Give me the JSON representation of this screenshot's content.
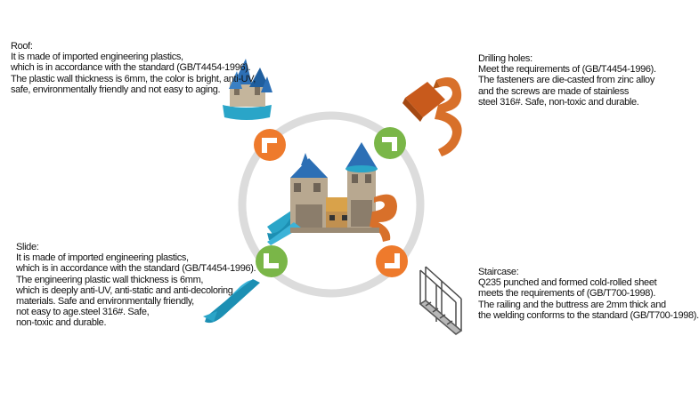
{
  "roof": {
    "lines": [
      "Roof:",
      " It is made of imported engineering plastics,",
      "which is in accordance with the standard (GB/T4454-1996).",
      "The plastic wall thickness is 6mm, the color is bright, anti-UV,",
      " safe, environmentally friendly and not easy to aging."
    ]
  },
  "drilling": {
    "lines": [
      "Drilling holes:",
      " Meet the requirements of (GB/T4454-1996).",
      "The fasteners are die-casted from zinc alloy",
      " and the screws are made of stainless",
      "steel 316#. Safe, non-toxic and durable."
    ]
  },
  "slide": {
    "lines": [
      "Slide:",
      "It is made of imported engineering plastics,",
      " which is in accordance with the standard (GB/T4454-1996).",
      " The engineering plastic wall thickness is 6mm,",
      " which is deeply anti-UV, anti-static and anti-decoloring",
      "  materials. Safe and environmentally friendly,",
      " not easy to age.steel 316#. Safe,",
      " non-toxic and durable."
    ]
  },
  "staircase": {
    "lines": [
      "Staircase:",
      "Q235 punched and formed cold-rolled sheet",
      " meets the requirements of (GB/T700-1998).",
      "The railing and the buttress are 2mm thick and",
      " the welding conforms to the standard (GB/T700-1998)."
    ]
  },
  "colors": {
    "orange": "#ee7a2c",
    "green": "#7ab648",
    "ring": "#dcdcdc"
  }
}
